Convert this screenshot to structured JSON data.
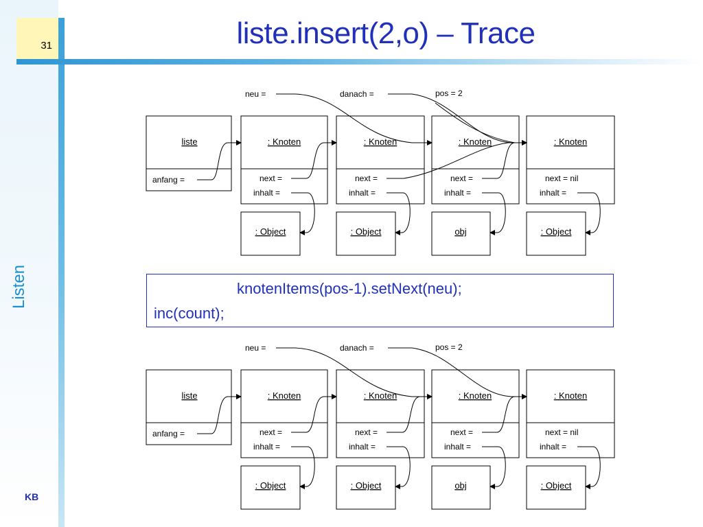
{
  "slide": {
    "page_number": "31",
    "title": "liste.insert(2,o) – Trace",
    "side_label": "Listen",
    "footer": "KB"
  },
  "diagram1": {
    "neu_label": "neu  =",
    "danach_label": "danach  =",
    "pos_label": "pos  =  2",
    "liste": {
      "title": "liste",
      "anfang": "anfang  ="
    },
    "knoten": [
      {
        "title": ": Knoten",
        "next": "next  =",
        "inhalt": "inhalt  =",
        "object": ": Object"
      },
      {
        "title": ": Knoten",
        "next": "next  =",
        "inhalt": "inhalt  =",
        "object": ": Object"
      },
      {
        "title": ": Knoten",
        "next": "next  =",
        "inhalt": "inhalt  =",
        "object": "obj"
      },
      {
        "title": ": Knoten",
        "next": "next  =  nil",
        "inhalt": "inhalt  =",
        "object": ": Object"
      }
    ]
  },
  "code": {
    "line1": "knotenItems(pos-1).setNext(neu);",
    "line2": "inc(count);"
  },
  "diagram2": {
    "neu_label": "neu  =",
    "danach_label": "danach  =",
    "pos_label": "pos  =  2",
    "liste": {
      "title": "liste",
      "anfang": "anfang  ="
    },
    "knoten": [
      {
        "title": ": Knoten",
        "next": "next  =",
        "inhalt": "inhalt  =",
        "object": ": Object"
      },
      {
        "title": ": Knoten",
        "next": "next  =",
        "inhalt": "inhalt  =",
        "object": ": Object"
      },
      {
        "title": ": Knoten",
        "next": "next  =",
        "inhalt": "inhalt  =",
        "object": "obj"
      },
      {
        "title": ": Knoten",
        "next": "next  =  nil",
        "inhalt": "inhalt  =",
        "object": ": Object"
      }
    ]
  }
}
